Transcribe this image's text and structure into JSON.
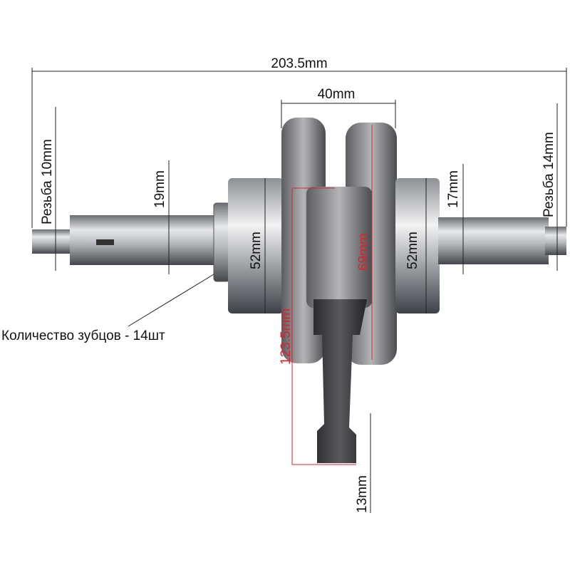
{
  "dimensions": {
    "overall_length": "203.5mm",
    "web_width": "40mm",
    "left_thread": "Резьба 10mm",
    "right_thread": "Резьба 14mm",
    "left_shaft_diameter": "19mm",
    "right_shaft_diameter": "17mm",
    "left_bearing": "52mm",
    "right_bearing": "52mm",
    "crank_throw": "69mm",
    "rod_length": "123.5mm",
    "small_end": "13mm"
  },
  "sprocket_label": "Количество зубцов - 14шт",
  "colors": {
    "dimension_red": "#e0202a",
    "dimension_dark": "#111111"
  }
}
